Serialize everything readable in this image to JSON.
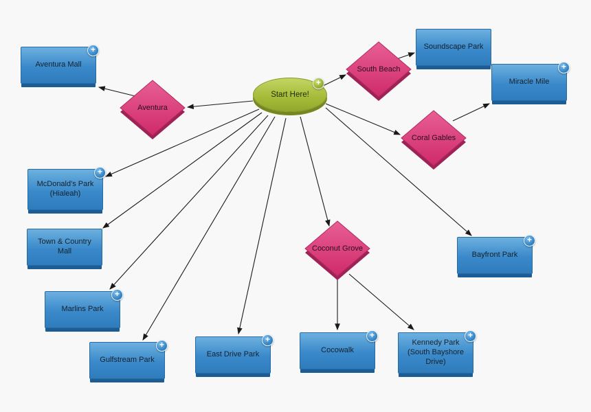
{
  "icons": {
    "expand": "+"
  },
  "colors": {
    "place_fill": "#3a89ca",
    "place_shadow": "#1d5d95",
    "decision_fill": "#dd3d7b",
    "decision_shadow": "#9e2257",
    "start_fill": "#a4ba38",
    "start_shadow": "#76871f",
    "connector": "#1a1a1a",
    "background": "#f8f8f8"
  },
  "nodes": {
    "start": {
      "label": "Start Here!",
      "type": "start"
    },
    "aventura": {
      "label": "Aventura",
      "type": "decision"
    },
    "south_beach": {
      "label": "South Beach",
      "type": "decision"
    },
    "coral_gables": {
      "label": "Coral Gables",
      "type": "decision"
    },
    "coconut_grove": {
      "label": "Coconut Grove",
      "type": "decision"
    },
    "aventura_mall": {
      "label": "Aventura Mall",
      "type": "place"
    },
    "soundscape_park": {
      "label": "Soundscape Park",
      "type": "place"
    },
    "miracle_mile": {
      "label": "Miracle Mile",
      "type": "place"
    },
    "mcdonalds_park": {
      "label": "McDonald's Park (Hialeah)",
      "type": "place"
    },
    "town_country_mall": {
      "label": "Town & Country Mall",
      "type": "place"
    },
    "marlins_park": {
      "label": "Marlins Park",
      "type": "place"
    },
    "gulfstream_park": {
      "label": "Gulfstream Park",
      "type": "place"
    },
    "east_drive_park": {
      "label": "East Drive Park",
      "type": "place"
    },
    "cocowalk": {
      "label": "Cocowalk",
      "type": "place"
    },
    "kennedy_park": {
      "label": "Kennedy Park (South Bayshore Drive)",
      "type": "place"
    },
    "bayfront_park": {
      "label": "Bayfront Park",
      "type": "place"
    }
  },
  "connections": [
    {
      "from": "start",
      "to": "aventura"
    },
    {
      "from": "aventura",
      "to": "aventura_mall"
    },
    {
      "from": "start",
      "to": "south_beach"
    },
    {
      "from": "south_beach",
      "to": "soundscape_park"
    },
    {
      "from": "start",
      "to": "coral_gables"
    },
    {
      "from": "coral_gables",
      "to": "miracle_mile"
    },
    {
      "from": "start",
      "to": "mcdonalds_park"
    },
    {
      "from": "start",
      "to": "town_country_mall"
    },
    {
      "from": "start",
      "to": "marlins_park"
    },
    {
      "from": "start",
      "to": "gulfstream_park"
    },
    {
      "from": "start",
      "to": "east_drive_park"
    },
    {
      "from": "start",
      "to": "coconut_grove"
    },
    {
      "from": "coconut_grove",
      "to": "cocowalk"
    },
    {
      "from": "coconut_grove",
      "to": "kennedy_park"
    },
    {
      "from": "start",
      "to": "bayfront_park"
    }
  ]
}
